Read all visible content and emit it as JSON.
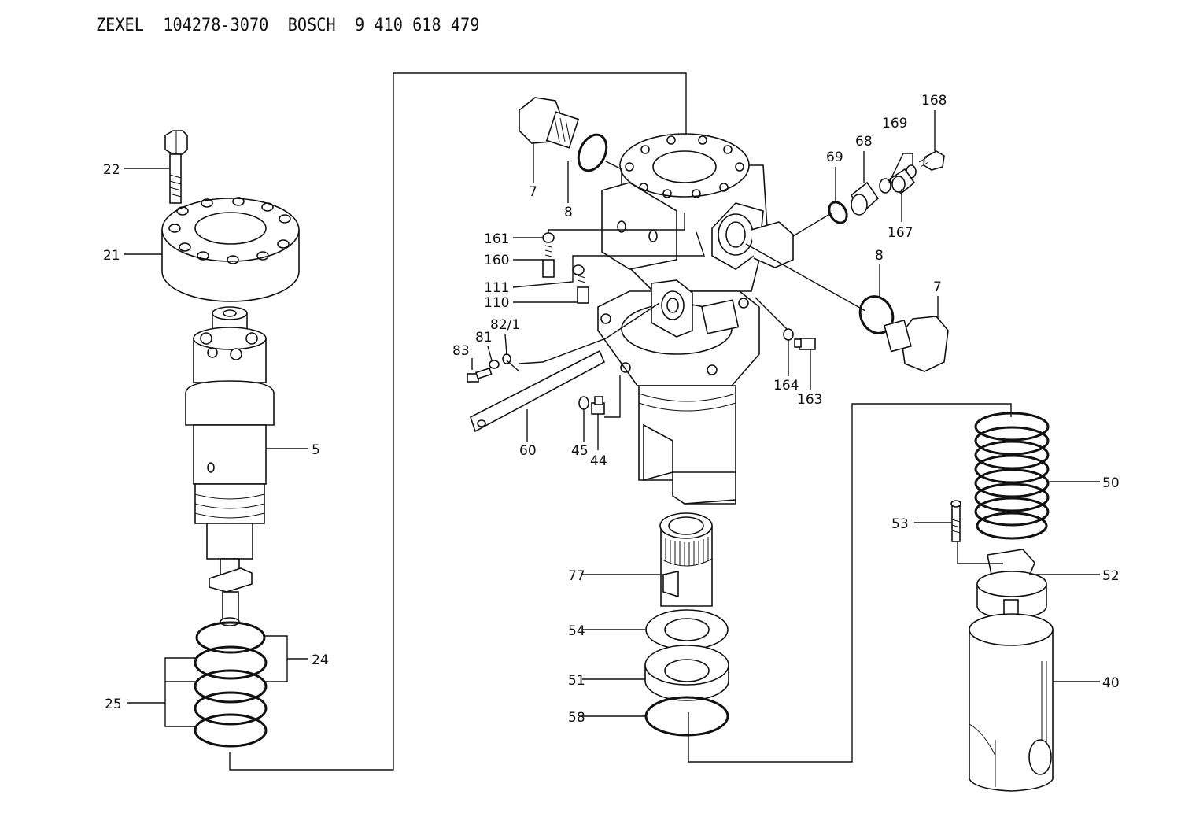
{
  "header": {
    "title": "ZEXEL  104278-3070  BOSCH  9 410 618 479"
  },
  "labels": {
    "p5": "5",
    "p7a": "7",
    "p7b": "7",
    "p8a": "8",
    "p8b": "8",
    "p21": "21",
    "p22": "22",
    "p24": "24",
    "p25": "25",
    "p40": "40",
    "p44": "44",
    "p45": "45",
    "p50": "50",
    "p51": "51",
    "p52": "52",
    "p53": "53",
    "p54": "54",
    "p58": "58",
    "p60": "60",
    "p68": "68",
    "p69": "69",
    "p77": "77",
    "p81": "81",
    "p82_1": "82/1",
    "p83": "83",
    "p110": "110",
    "p111": "111",
    "p160": "160",
    "p161": "161",
    "p163": "163",
    "p164": "164",
    "p167": "167",
    "p168": "168",
    "p169": "169"
  }
}
